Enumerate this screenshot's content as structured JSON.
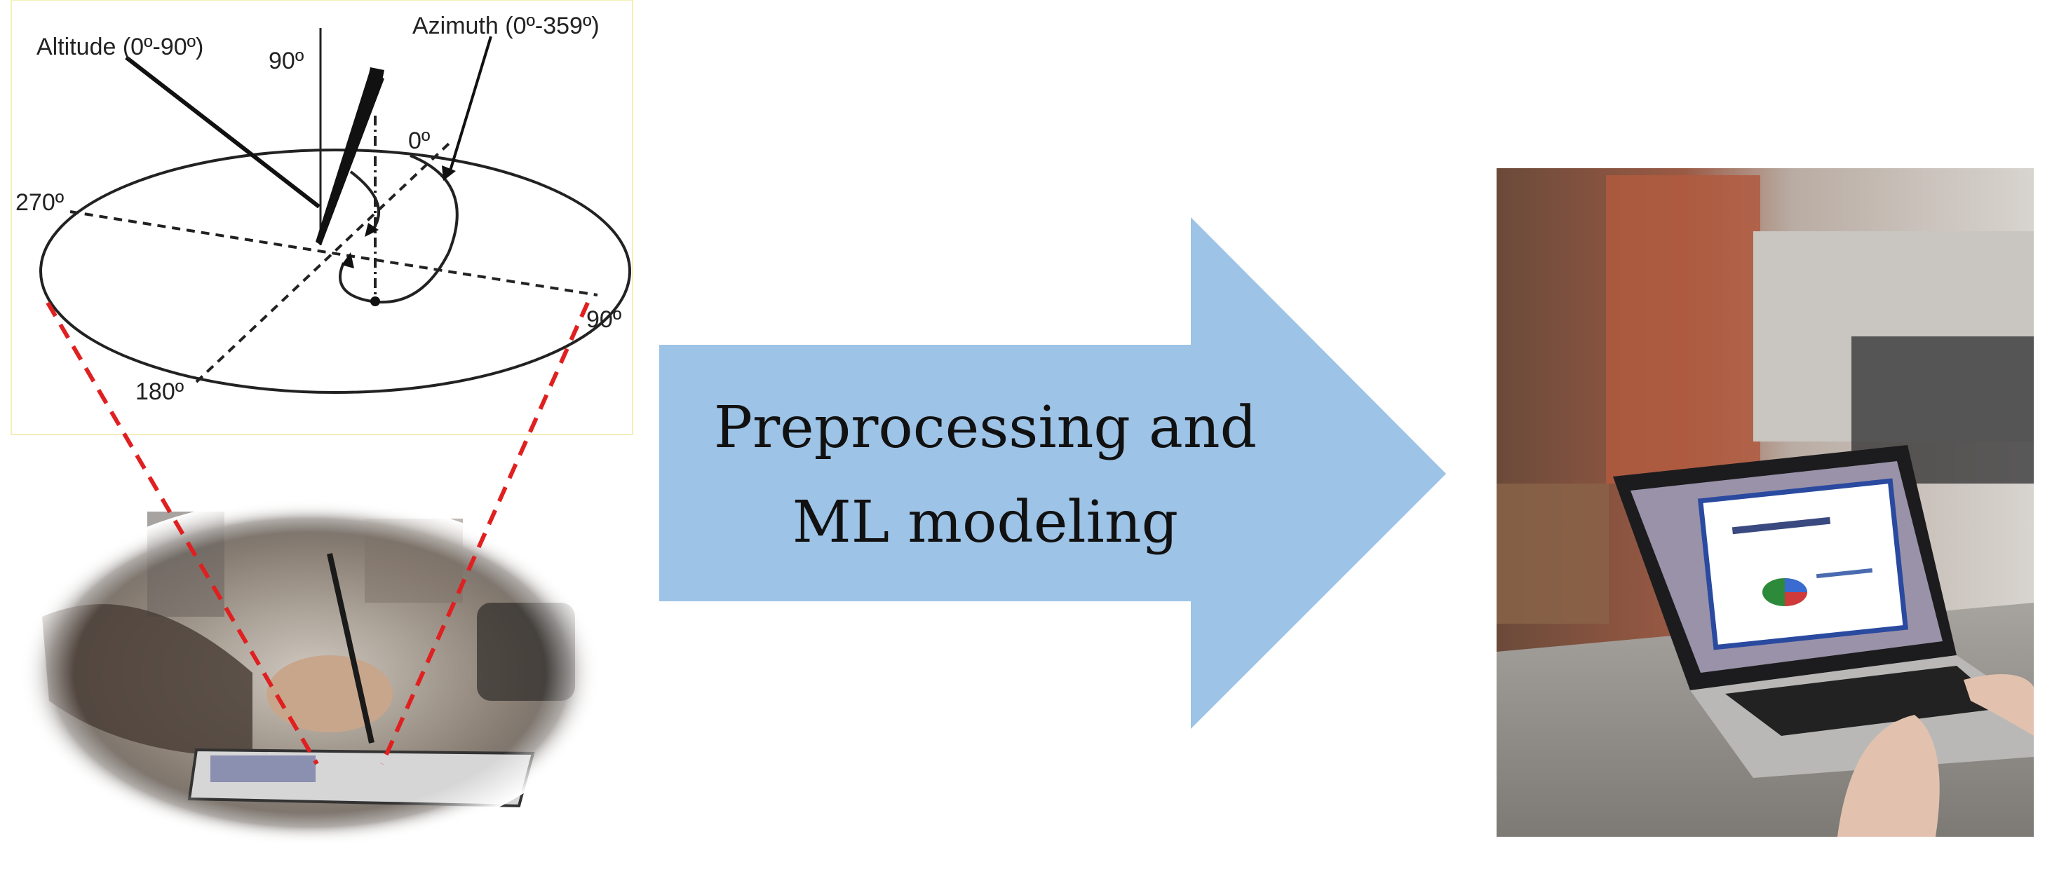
{
  "diagram": {
    "labels": {
      "altitude": "Altitude (0º-90º)",
      "azimuth": "Azimuth (0º-359º)",
      "deg90_top": "90º",
      "deg0": "0º",
      "deg270": "270º",
      "deg90_right": "90º",
      "deg180": "180º"
    },
    "arrow": {
      "line1": "Preprocessing and",
      "line2": "ML modeling",
      "fill": "#9dc3e6"
    },
    "colors": {
      "projection_lines": "#e02020",
      "pen": "#111111"
    },
    "panels": {
      "left_photo": "photo of hand writing with stylus on tablet",
      "right_photo": "photo of laptop showing dashboard with pie chart"
    }
  }
}
